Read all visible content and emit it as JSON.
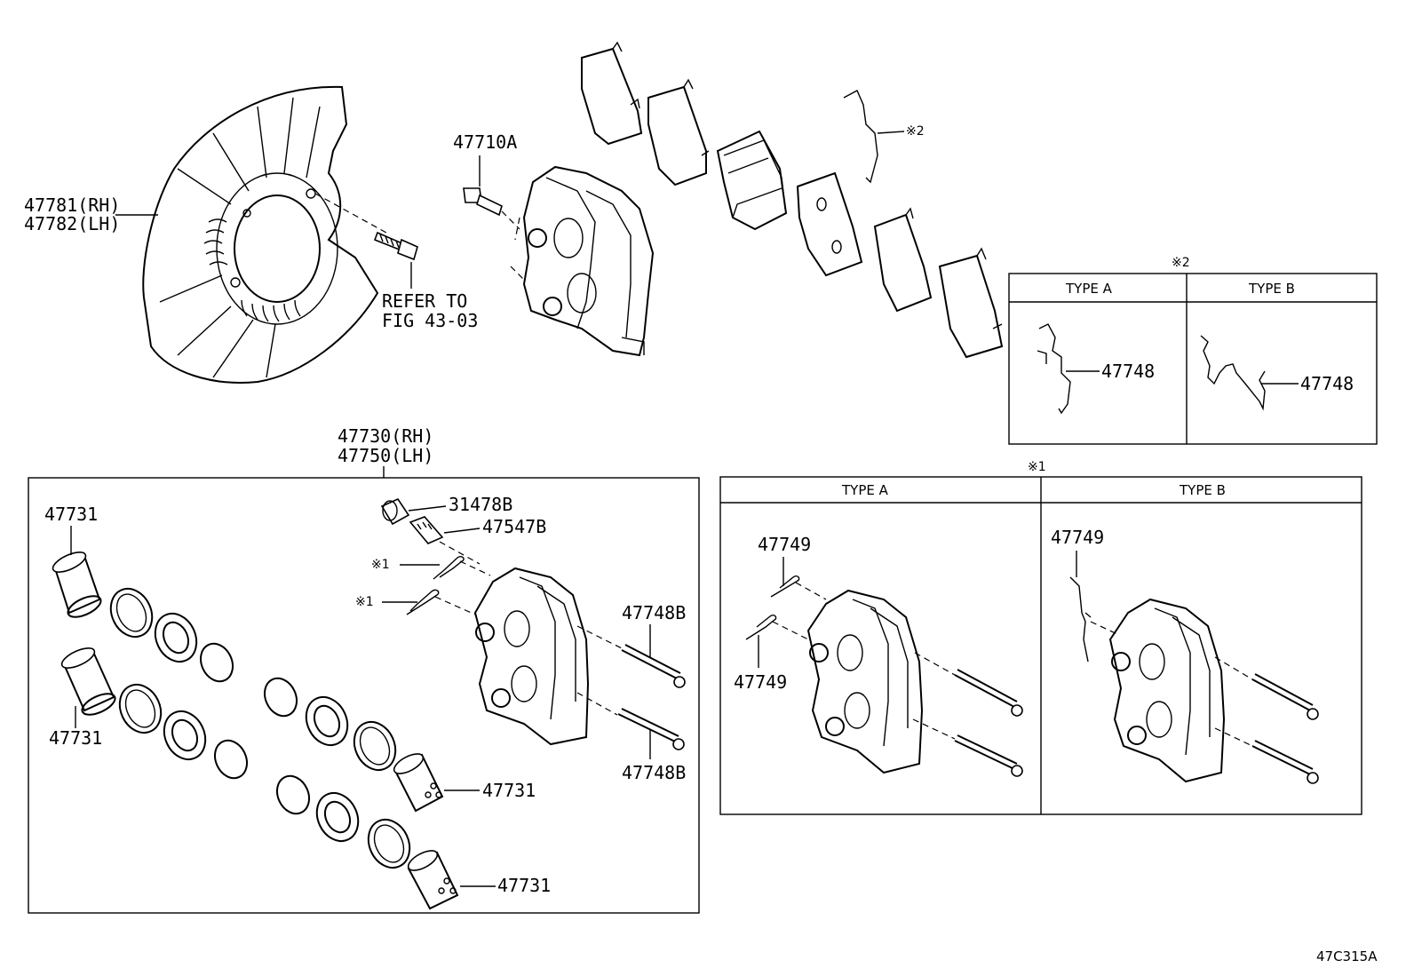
{
  "diagram_id": "47C315A",
  "labels": {
    "shield_rh": "47781(RH)",
    "shield_lh": "47782(LH)",
    "refer_line1": "REFER TO",
    "refer_line2": "FIG 43-03",
    "bolt": "47710A",
    "caliper_rh": "47730(RH)",
    "caliper_lh": "47750(LH)",
    "cap": "31478B",
    "bleeder": "47547B",
    "note1_clip_a": "※1",
    "note1_clip_b": "※1",
    "pin_top": "47748B",
    "pin_bottom": "47748B",
    "piston_tl": "47731",
    "piston_ml": "47731",
    "piston_mr": "47731",
    "piston_br": "47731",
    "note2_spring": "※2"
  },
  "panel_note2": {
    "mark": "※2",
    "type_a": "TYPE A",
    "type_b": "TYPE B",
    "part_a": "47748",
    "part_b": "47748"
  },
  "panel_note1": {
    "mark": "※1",
    "type_a": "TYPE A",
    "type_b": "TYPE B",
    "part_a_top": "47749",
    "part_a_bottom": "47749",
    "part_b": "47749"
  }
}
